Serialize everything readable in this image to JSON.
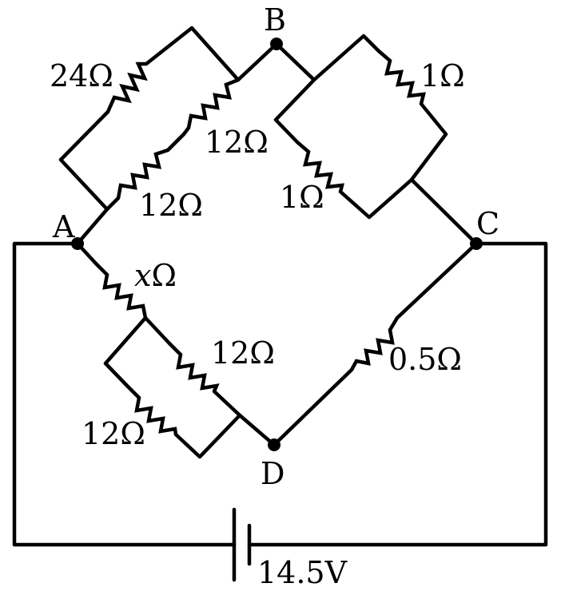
{
  "nodes": {
    "A": "A",
    "B": "B",
    "C": "C",
    "D": "D"
  },
  "resistors": {
    "ab_outer": "24Ω",
    "ab_upper": "12Ω",
    "ab_lower": "12Ω",
    "bc_upper": "1Ω",
    "bc_lower": "1Ω",
    "ad_series_var": "x",
    "ad_series_unit": "Ω",
    "ad_right": "12Ω",
    "ad_left": "12Ω",
    "dc": "0.5Ω"
  },
  "battery": {
    "label": "14.5V"
  }
}
